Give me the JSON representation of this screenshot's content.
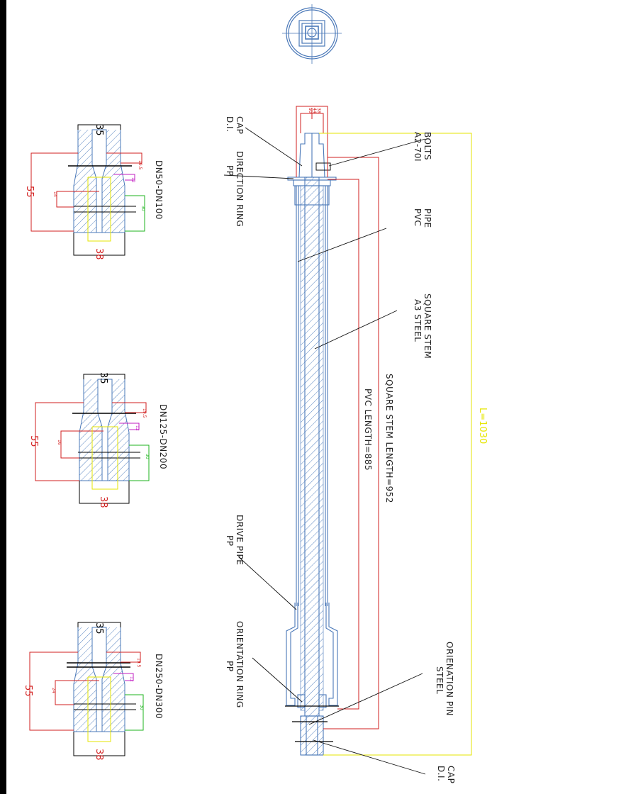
{
  "colors": {
    "part": "#4a78b8",
    "hatch": "#5a86c2",
    "leader": "#111111",
    "red_dim": "#d21f1f",
    "yellow_dim": "#e6e600",
    "green_dim": "#1cb31c",
    "magenta_dim": "#c21cc2",
    "sidebar": "#000000"
  },
  "labels": {
    "cap_top": {
      "line1": "CAP",
      "line2": "D.I."
    },
    "direction_ring": {
      "line1": "DIRECTION RING",
      "line2": "PP"
    },
    "bolts": {
      "line1": "BOLTS",
      "line2": "A2-70I"
    },
    "pipe": {
      "line1": "PIPE",
      "line2": "PVC"
    },
    "square_stem": {
      "line1": "SQUARE STEM",
      "line2": "A3 STEEL"
    },
    "drive_pipe": {
      "line1": "DRIVE PIPE",
      "line2": "PP"
    },
    "orientation_ring": {
      "line1": "ORIENTATION RING",
      "line2": "PP"
    },
    "orientation_pin": {
      "line1": "ORIENATION PIN",
      "line2": "STEEL"
    },
    "cap_bottom": {
      "line1": "CAP",
      "line2": "D.I."
    }
  },
  "dimensions": {
    "square_stem_length": "SQUARE STEM LENGTH=952",
    "pvc_length": "PVC LENGTH=885",
    "total_length": "L=1030",
    "top_small": [
      "50",
      "44",
      "38"
    ]
  },
  "details": [
    {
      "title": "DN50-DN100",
      "d35": "35",
      "d38": "38",
      "d55": "55",
      "d14": "14",
      "d19": "19.5",
      "d30": "30",
      "d12": "12"
    },
    {
      "title": "DN125-DN200",
      "d35": "35",
      "d38": "38",
      "d55": "55",
      "d14": "16",
      "d19": "19.5",
      "d30": "30",
      "d12": "12"
    },
    {
      "title": "DN250-DN300",
      "d35": "35",
      "d38": "38",
      "d55": "55",
      "d14": "24",
      "d19": "19.5",
      "d30": "30",
      "d12": "12"
    }
  ]
}
